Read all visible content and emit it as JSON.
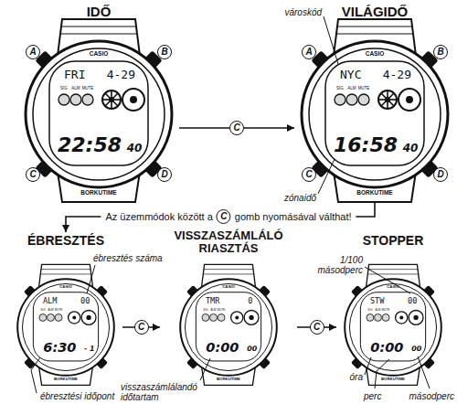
{
  "diagram": {
    "nodes": [
      {
        "text": [
          "IDŐ",
          "CASIO",
          "FRI",
          "4-29",
          "SIG",
          "ALM",
          "MUTE",
          "22:58",
          "40",
          "BORKUTIME"
        ]
      },
      {
        "text": [
          "VILÁGIDŐ",
          "CASIO",
          "NYC",
          "4-29",
          "SIG",
          "ALM",
          "MUTE",
          "16:58",
          "40",
          "BORKUTIME"
        ]
      },
      {
        "text": [
          "ÉBRESZTÉS",
          "CASIO",
          "ALM",
          "00",
          "SIG",
          "ALM",
          "MUTE",
          "6:30",
          "- 1",
          "BORKUTIME"
        ]
      },
      {
        "text": [
          "VISSZASZÁMLÁLÓ RIASZTÁS",
          "CASIO",
          "TMR",
          "0",
          "SIG",
          "ALM",
          "MUTE",
          "0:00",
          "00",
          "BORKUTIME"
        ]
      },
      {
        "text": [
          "STOPPER",
          "CASIO",
          "STW",
          "00",
          "SIG",
          "ALM",
          "MUTE",
          "0:00",
          "00",
          "BORKUTIME"
        ]
      }
    ],
    "edges": [
      {
        "from": 0,
        "to": 1,
        "arrow": "to",
        "label": "C"
      },
      {
        "from": 1,
        "to": 2,
        "arrow": "to"
      },
      {
        "from": 2,
        "to": 3,
        "arrow": "to",
        "label": "C"
      },
      {
        "from": 3,
        "to": 4,
        "arrow": "to",
        "label": "C"
      }
    ],
    "labels": [
      "A",
      "B",
      "C",
      "D",
      "városkód",
      "A",
      "B",
      "zónaidő",
      "C",
      "D",
      "Az üzemmódok között a",
      "C",
      "gomb nyomásával válthat!",
      "ébresztés száma",
      "ébresztési időpont",
      "visszaszámlálandó időtartam",
      "1/100 másodperc",
      "óra",
      "perc",
      "másodperc"
    ]
  }
}
